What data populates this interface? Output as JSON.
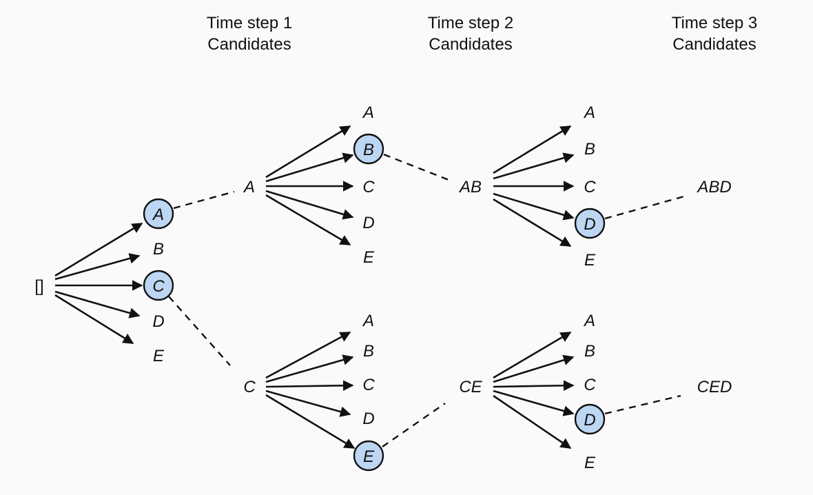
{
  "headers": [
    {
      "line1": "Time step 1",
      "line2": "Candidates"
    },
    {
      "line1": "Time step 2",
      "line2": "Candidates"
    },
    {
      "line1": "Time step 3",
      "line2": "Candidates"
    }
  ],
  "root": "[]",
  "step1": {
    "candidates": [
      "A",
      "B",
      "C",
      "D",
      "E"
    ],
    "selected": [
      "A",
      "C"
    ]
  },
  "step2": {
    "groups": [
      {
        "prefix": "A",
        "candidates": [
          "A",
          "B",
          "C",
          "D",
          "E"
        ],
        "selected": "B"
      },
      {
        "prefix": "C",
        "candidates": [
          "A",
          "B",
          "C",
          "D",
          "E"
        ],
        "selected": "E"
      }
    ]
  },
  "step3": {
    "groups": [
      {
        "prefix": "AB",
        "candidates": [
          "A",
          "B",
          "C",
          "D",
          "E"
        ],
        "selected": "D",
        "result": "ABD"
      },
      {
        "prefix": "CE",
        "candidates": [
          "A",
          "B",
          "C",
          "D",
          "E"
        ],
        "selected": "D",
        "result": "CED"
      }
    ]
  },
  "colors": {
    "selected_fill": "#bcd6f3",
    "stroke": "#111111",
    "background": "#fafafa"
  }
}
